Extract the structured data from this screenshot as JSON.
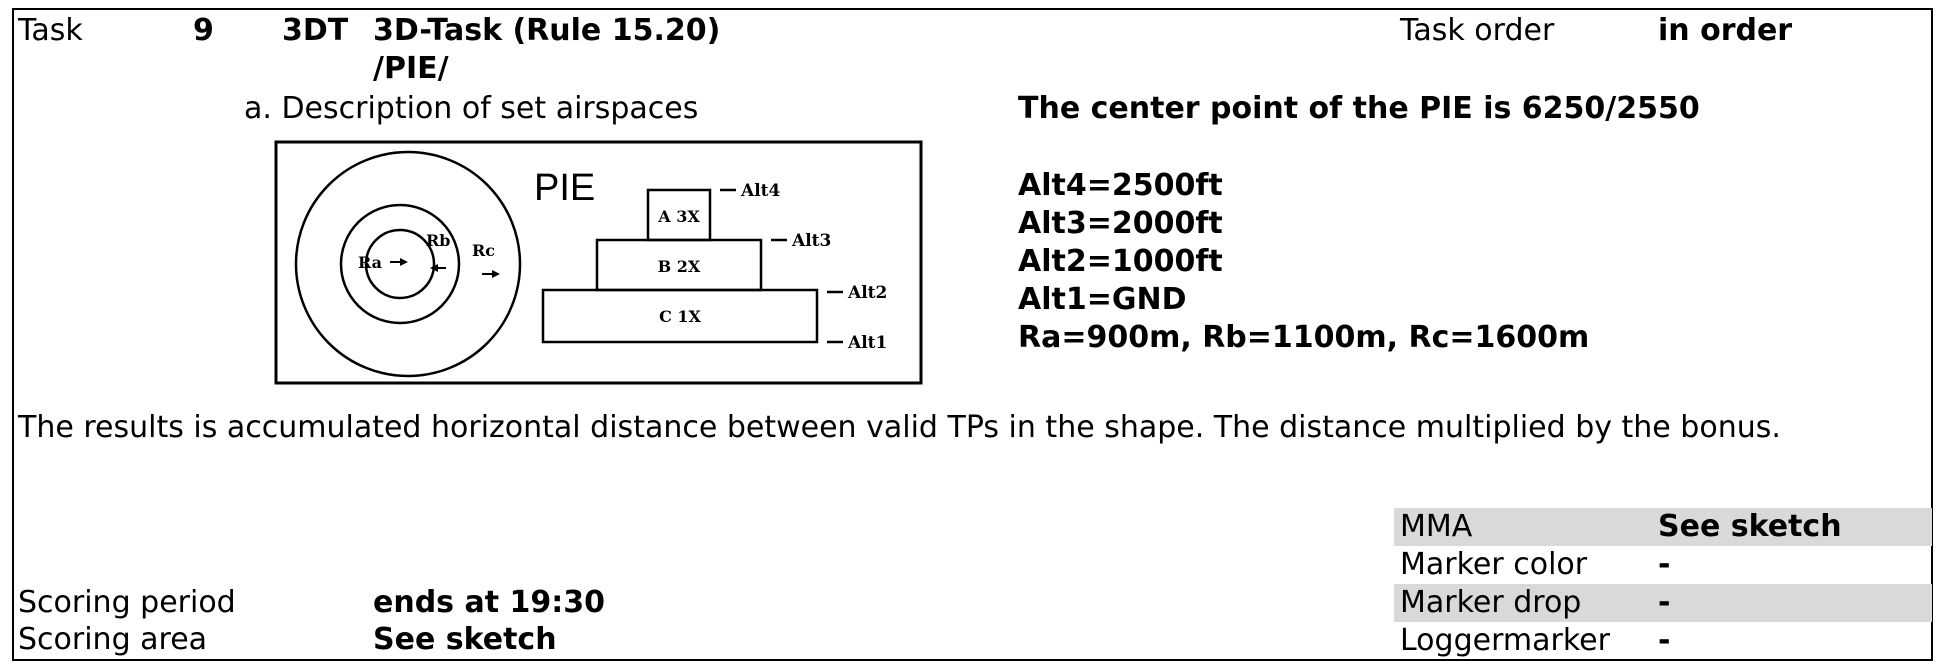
{
  "header": {
    "task_label": "Task",
    "task_number": "9",
    "task_code": "3DT",
    "task_title_line1": "3D-Task (Rule 15.20)",
    "task_title_line2": "/PIE/",
    "task_order_label": "Task order",
    "task_order_value": "in order"
  },
  "airspace": {
    "label": "a. Description of set airspaces",
    "center_point": "The center point of the PIE is 6250/2550",
    "specs": [
      "Alt4=2500ft",
      "Alt3=2000ft",
      "Alt2=1000ft",
      "Alt1=GND",
      "Ra=900m, Rb=1100m, Rc=1600m"
    ]
  },
  "sketch": {
    "title": "PIE",
    "boxes": [
      "A 3X",
      "B 2X",
      "C 1X"
    ],
    "altitudes": [
      "Alt4",
      "Alt3",
      "Alt2",
      "Alt1"
    ],
    "radii": [
      "Ra",
      "Rb",
      "Rc"
    ]
  },
  "results_text": "The results is accumulated horizontal distance between valid TPs in the shape. The distance multiplied by the bonus.",
  "scoring": {
    "period_label": "Scoring period",
    "period_value": "ends at 19:30",
    "area_label": "Scoring area",
    "area_value": "See sketch"
  },
  "details": [
    {
      "label": "MMA",
      "value": "See sketch"
    },
    {
      "label": "Marker color",
      "value": "-"
    },
    {
      "label": "Marker drop",
      "value": "-"
    },
    {
      "label": "Loggermarker",
      "value": "-"
    }
  ],
  "colors": {
    "shade": "#d9d9d9"
  }
}
